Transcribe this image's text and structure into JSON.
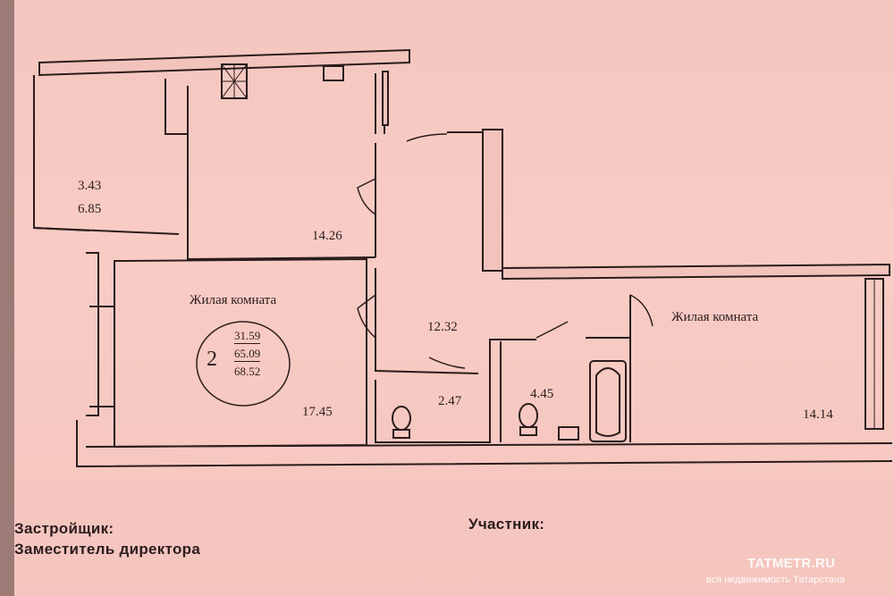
{
  "plan": {
    "rooms": {
      "balcony_area_a": "3.43",
      "balcony_area_b": "6.85",
      "kitchen_area": "14.26",
      "living1_name": "Жилая комната",
      "living1_area": "17.45",
      "hall_area": "12.32",
      "wc_area": "2.47",
      "bath_area": "4.45",
      "living2_name": "Жилая комната",
      "living2_area": "14.14"
    },
    "summary": {
      "rooms_count": "2",
      "living_area": "31.59",
      "total_area": "65.09",
      "total_area_with_balcony": "68.52"
    }
  },
  "signatures": {
    "developer_label": "Застройщик:",
    "developer_position": "Заместитель директора",
    "participant_label": "Участник:"
  },
  "watermark": {
    "site": "TATMETR.RU",
    "tagline": "вся недвижимость Татарстана"
  },
  "colors": {
    "paper": "#f6c9c2",
    "ink": "#2b1c1c",
    "watermark": "#ffffff"
  }
}
